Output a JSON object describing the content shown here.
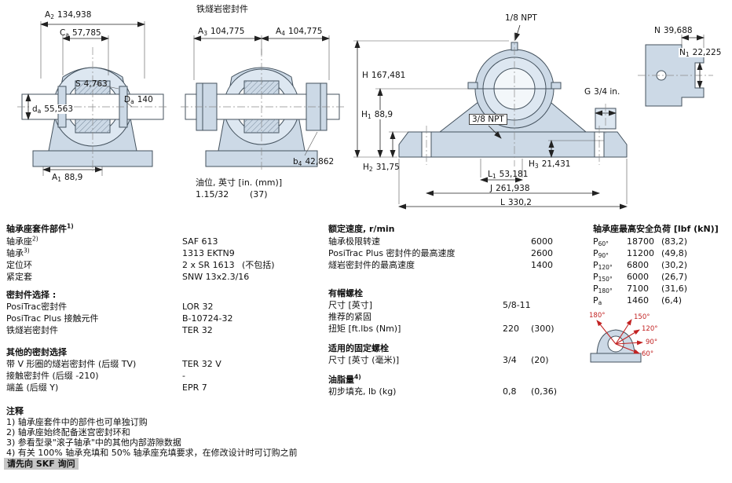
{
  "drawings": {
    "front": {
      "a2": {
        "b": "A",
        "s": "2",
        "v": "134,938"
      },
      "ca": {
        "b": "C",
        "s": "a",
        "v": "57,785"
      },
      "sd": {
        "b": "S",
        "s": "",
        "v": "4,763"
      },
      "da": {
        "b": "d",
        "s": "a",
        "v": "55,563"
      },
      "Da": {
        "b": "D",
        "s": "a",
        "v": "140"
      },
      "a1": {
        "b": "A",
        "s": "1",
        "v": "88,9"
      }
    },
    "taconite": {
      "title": "铁燧岩密封件",
      "a3": {
        "b": "A",
        "s": "3",
        "v": "104,775"
      },
      "a4": {
        "b": "A",
        "s": "4",
        "v": "104,775"
      },
      "b4": {
        "b": "b",
        "s": "4",
        "v": "42,862"
      },
      "oil_label": "油位, 英寸 [in. (mm)]",
      "oil_in": "1.15/32",
      "oil_mm": "(37)"
    },
    "side": {
      "npt_top": "1/8 NPT",
      "npt_drain": "3/8 NPT",
      "h": {
        "b": "H",
        "s": "",
        "v": "167,481"
      },
      "h1": {
        "b": "H",
        "s": "1",
        "v": "88,9"
      },
      "h2": {
        "b": "H",
        "s": "2",
        "v": "31,75"
      },
      "h3": {
        "b": "H",
        "s": "3",
        "v": "21,431"
      },
      "l1": {
        "b": "L",
        "s": "1",
        "v": "53,181"
      },
      "j": {
        "b": "J",
        "s": "",
        "v": "261,938"
      },
      "l": {
        "b": "L",
        "s": "",
        "v": "330,2"
      },
      "g": {
        "b": "G",
        "s": "",
        "v": "3/4 in."
      }
    },
    "end": {
      "n": {
        "b": "N",
        "s": "",
        "v": "39,688"
      },
      "n1": {
        "b": "N",
        "s": "1",
        "v": "22,225"
      }
    }
  },
  "kit": {
    "title": "轴承座套件部件",
    "title_sup": "1)",
    "rows": [
      {
        "label": "轴承座",
        "sup": "2)",
        "value": "SAF 613",
        "note": ""
      },
      {
        "label": "轴承",
        "sup": "3)",
        "value": "1313 EKTN9",
        "note": ""
      },
      {
        "label": "定位环",
        "sup": "",
        "value": "2 x SR 1613",
        "note": "(不包括)"
      },
      {
        "label": "紧定套",
        "sup": "",
        "value": "SNW 13x2.3/16",
        "note": ""
      }
    ]
  },
  "seal_options": {
    "title": "密封件选择 :",
    "rows": [
      {
        "label": "PosiTrac密封件",
        "value": "LOR 32"
      },
      {
        "label": "PosiTrac Plus 接触元件",
        "value": "B-10724-32"
      },
      {
        "label": "铁燧岩密封件",
        "value": "TER 32"
      }
    ]
  },
  "other_seals": {
    "title": "其他的密封选择",
    "rows": [
      {
        "label": "带 V 形圈的燧岩密封件 (后缀 TV)",
        "value": "TER 32 V"
      },
      {
        "label": "接触密封件 (后缀 -210)",
        "value": "-"
      },
      {
        "label": "端盖 (后缀 Y)",
        "value": "EPR 7"
      }
    ]
  },
  "speeds": {
    "title": "额定速度, r/min",
    "rows": [
      {
        "label": "轴承极限转速",
        "value": "6000"
      },
      {
        "label": "PosiTrac Plus 密封件的最高速度",
        "value": "2600"
      },
      {
        "label": "燧岩密封件的最高速度",
        "value": "1400"
      }
    ]
  },
  "cap_bolts": {
    "title": "有帽螺栓",
    "size_label": "尺寸 [英寸]",
    "size_value": "5/8-11",
    "rec_label": "推荐的紧固",
    "torque_label": "扭矩 [ft.lbs (Nm)]",
    "torque_v1": "220",
    "torque_v2": "(300)"
  },
  "attach_bolts": {
    "title": "适用的固定螺栓",
    "size_label": "尺寸 [英寸 (毫米)]",
    "v1": "3/4",
    "v2": "(20)"
  },
  "grease": {
    "title": "油脂量",
    "title_sup": "4)",
    "fill_label": "初步填充, lb (kg)",
    "v1": "0,8",
    "v2": "(0,36)"
  },
  "loads": {
    "title": "轴承座最高安全负荷 [lbf (kN)]",
    "rows": [
      {
        "b": "P",
        "s": "60°",
        "v1": "18700",
        "v2": "(83,2)"
      },
      {
        "b": "P",
        "s": "90°",
        "v1": "11200",
        "v2": "(49,8)"
      },
      {
        "b": "P",
        "s": "120°",
        "v1": "6800",
        "v2": "(30,2)"
      },
      {
        "b": "P",
        "s": "150°",
        "v1": "6000",
        "v2": "(26,7)"
      },
      {
        "b": "P",
        "s": "180°",
        "v1": "7100",
        "v2": "(31,6)"
      },
      {
        "b": "P",
        "s": "a",
        "v1": "1460",
        "v2": "(6,4)"
      }
    ],
    "angles": [
      "180°",
      "150°",
      "120°",
      "90°",
      "60°"
    ]
  },
  "notes": {
    "title": "注释",
    "items": [
      "1) 轴承座套件中的部件也可单独订购",
      "2) 轴承座始终配备迷宫密封环和",
      "3) 参看型录\"滚子轴承\"中的其他内部游隙数据",
      "4) 有关 100% 轴承充填和 50% 轴承座充填要求，在修改设计时可订购之前"
    ],
    "highlight": "请先向 SKF 询问"
  }
}
